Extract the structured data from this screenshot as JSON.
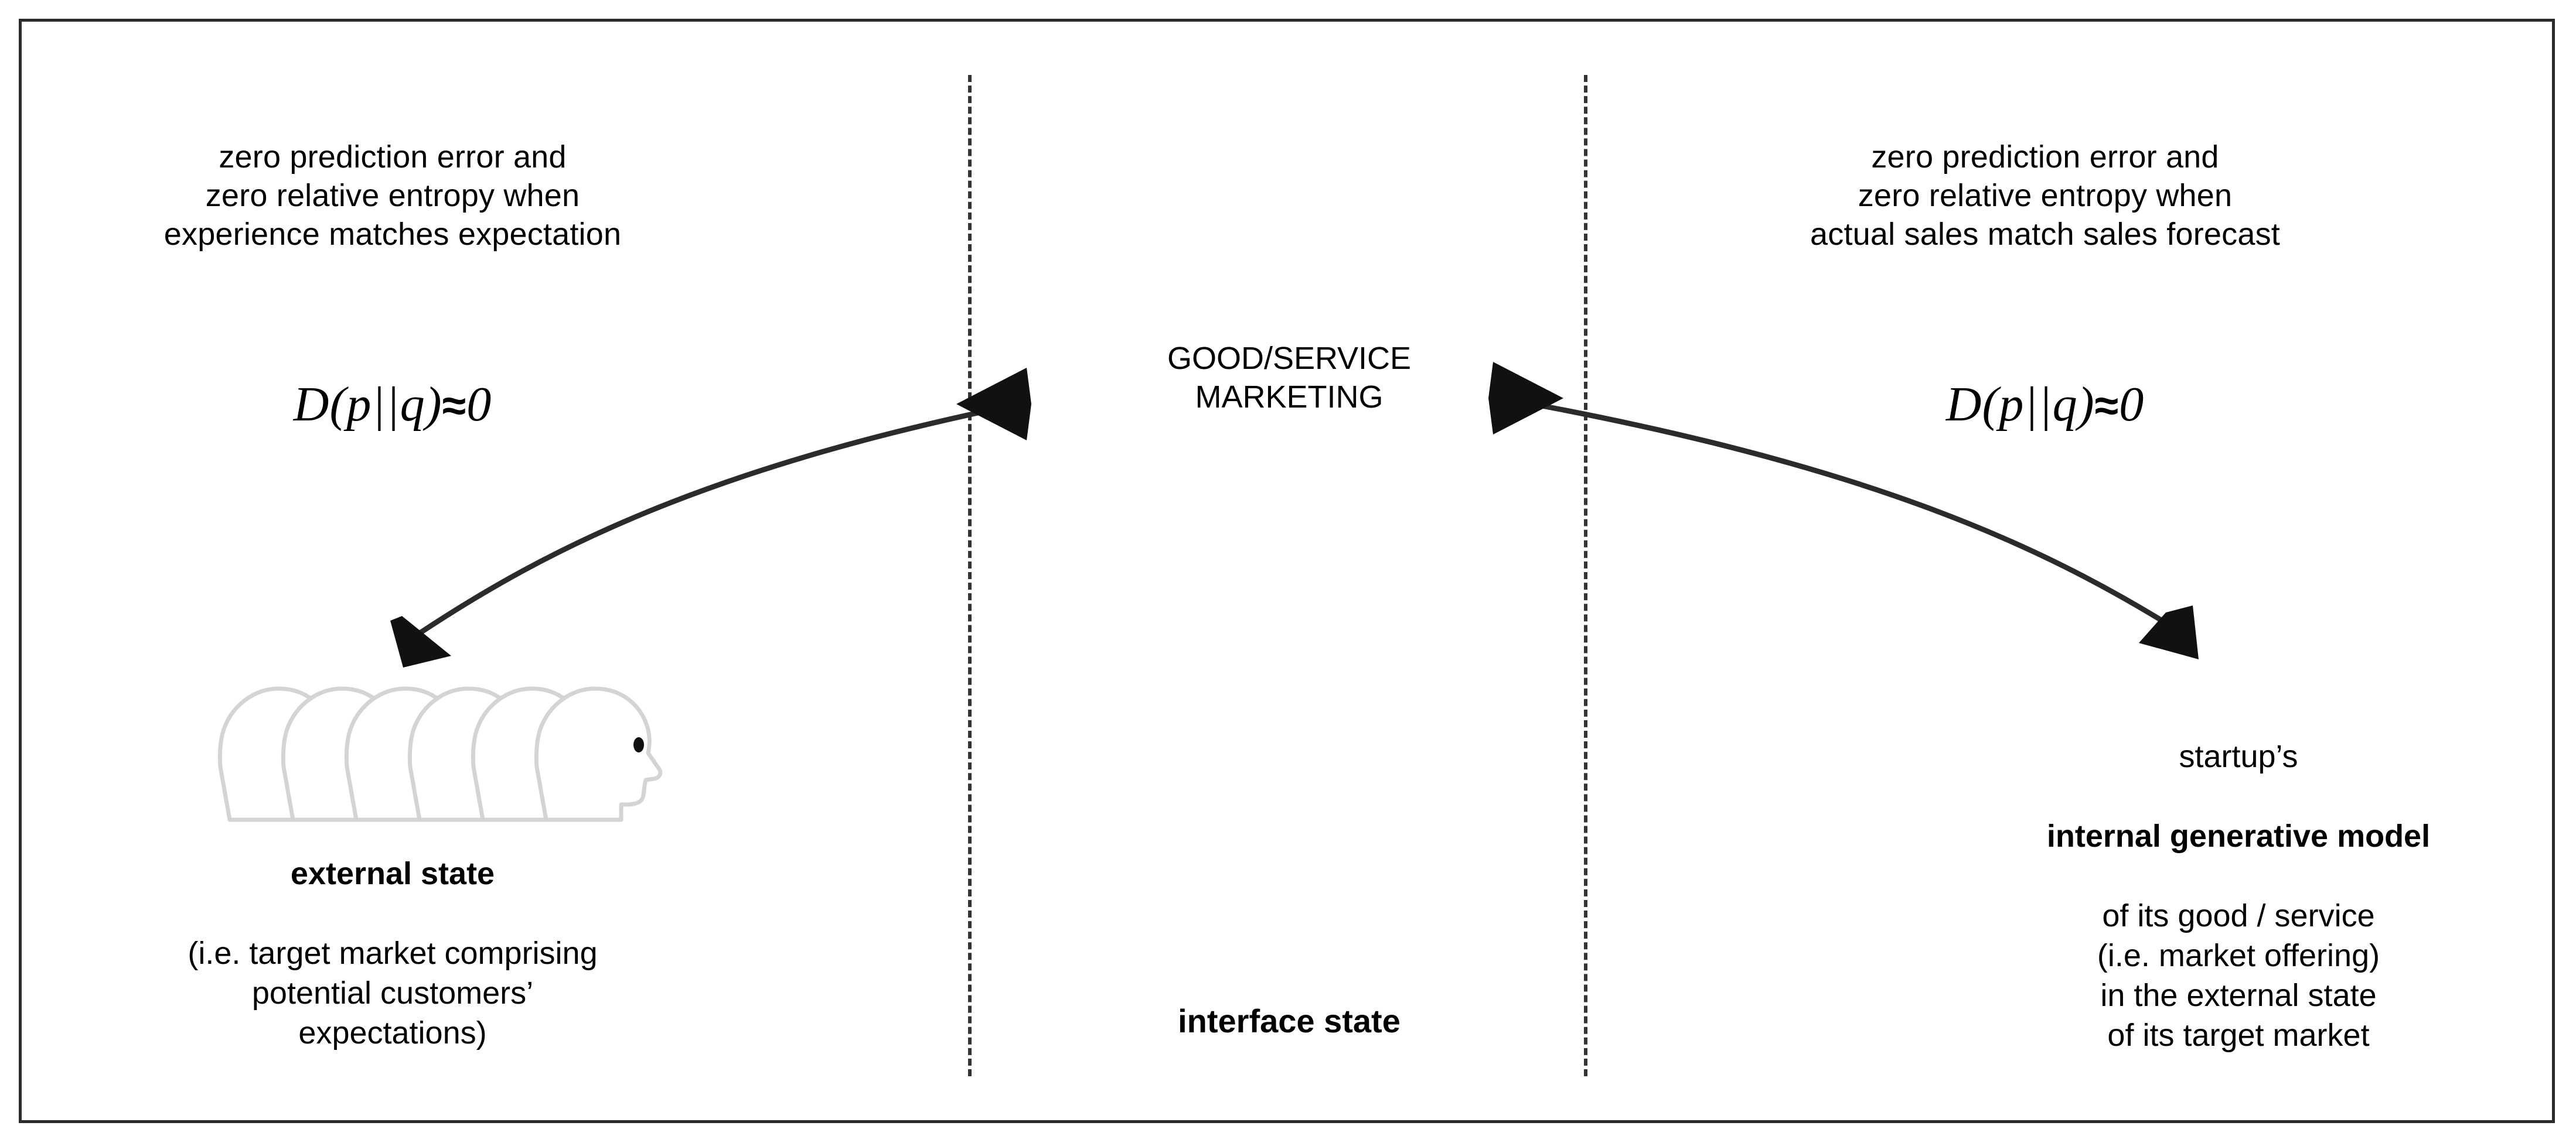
{
  "diagram": {
    "title": "Markov blanket / free-energy view of startup good-service marketing",
    "frame_color": "#2b2b2b",
    "divider_color": "#333333",
    "head_outline_color": "#d4d4d4",
    "head_eye_color": "#111111",
    "arrow_color": "#2b2b2b"
  },
  "left": {
    "note": "zero prediction error and\nzero relative entropy when\nexperience matches expectation",
    "formula_prefix": "D(p||q)",
    "formula_approx": "≈",
    "formula_value": "0",
    "caption_bold": "external state",
    "caption_rest": "(i.e. target market comprising\npotential customers’\nexpectations)",
    "head_count": 6
  },
  "center": {
    "label": "GOOD/SERVICE\nMARKETING",
    "interface_label": "interface state"
  },
  "right": {
    "note": "zero prediction error and\nzero relative entropy when\nactual sales match sales forecast",
    "formula_prefix": "D(p||q)",
    "formula_approx": "≈",
    "formula_value": "0",
    "caption_line1": "startup’s",
    "caption_bold": "internal generative model",
    "caption_rest": "of its good / service\n(i.e. market offering)\nin the external state\nof its target market"
  },
  "icons": {
    "head_profile": "head-profile-icon",
    "arrow_up_right": "arrow-curve-up-right-icon",
    "arrow_down_left": "arrow-curve-down-left-icon",
    "arrow_up_left": "arrow-curve-up-left-icon",
    "arrow_down_right": "arrow-curve-down-right-icon"
  }
}
